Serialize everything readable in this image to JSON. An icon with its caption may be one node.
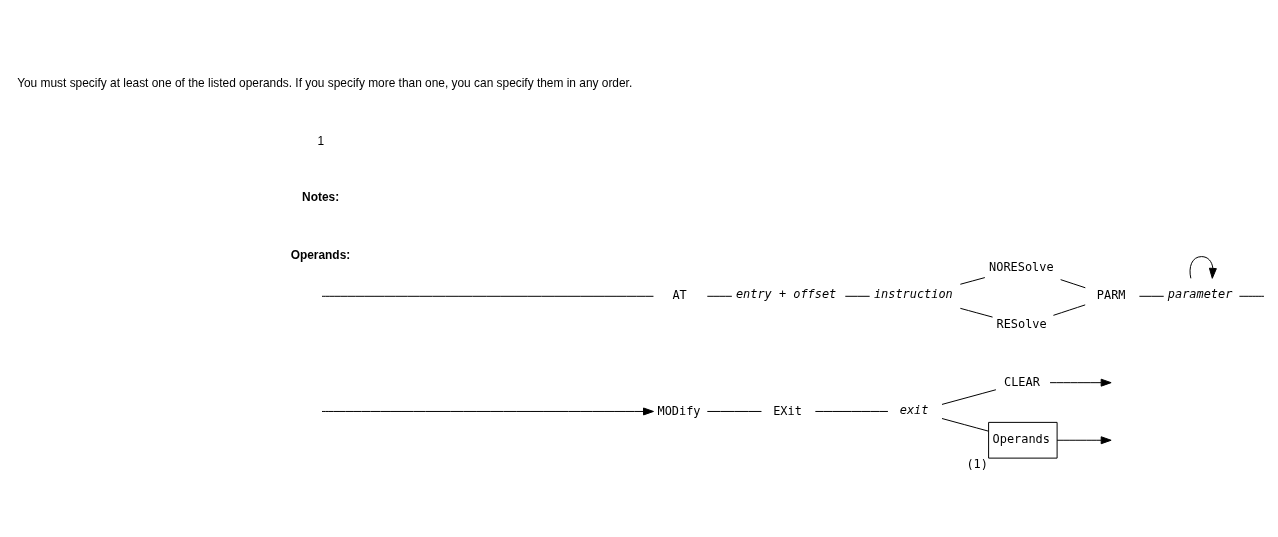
{
  "diagram": {
    "nodes": [
      {
        "text": [
          "MODify"
        ]
      },
      {
        "text": [
          "EXit"
        ]
      },
      {
        "text": [
          "exit"
        ]
      },
      {
        "text": [
          "CLEAR"
        ]
      },
      {
        "text": [
          "Operands"
        ],
        "beside": [
          "(1)"
        ]
      },
      {
        "text": [
          "AT"
        ]
      },
      {
        "text": [
          "entry + offset"
        ]
      },
      {
        "text": [
          "instruction"
        ]
      },
      {
        "text": [
          "NORESolve"
        ]
      },
      {
        "text": [
          "RESolve"
        ]
      },
      {
        "text": [
          "PARM"
        ]
      },
      {
        "text": [
          "parameter"
        ]
      }
    ],
    "edges": [
      {
        "from": null,
        "to": 0,
        "arrow": "to"
      },
      {
        "from": 0,
        "to": 1,
        "arrow": "none"
      },
      {
        "from": 1,
        "to": 2,
        "arrow": "none"
      },
      {
        "from": 2,
        "to": 3,
        "arrow": "none"
      },
      {
        "from": 2,
        "to": 4,
        "arrow": "none"
      },
      {
        "from": 3,
        "to": null,
        "arrow": "to"
      },
      {
        "from": 4,
        "to": null,
        "arrow": "to"
      },
      {
        "from": null,
        "to": 5,
        "arrow": "none"
      },
      {
        "from": 5,
        "to": 6,
        "arrow": "none"
      },
      {
        "from": 6,
        "to": 7,
        "arrow": "none"
      },
      {
        "from": 7,
        "to": 8,
        "arrow": "none"
      },
      {
        "from": 7,
        "to": 9,
        "arrow": "none"
      },
      {
        "from": 8,
        "to": 10,
        "arrow": "none"
      },
      {
        "from": 9,
        "to": 10,
        "arrow": "none"
      },
      {
        "from": 10,
        "to": 11,
        "arrow": "none"
      },
      {
        "from": 11,
        "to": 11,
        "arrow": "to"
      },
      {
        "from": 11,
        "to": null,
        "arrow": "none"
      }
    ],
    "labels": [
      "Operands:",
      "Notes:",
      "1",
      "You must specify at least one of the listed operands. If you specify more than one, you can specify them in any order."
    ]
  }
}
